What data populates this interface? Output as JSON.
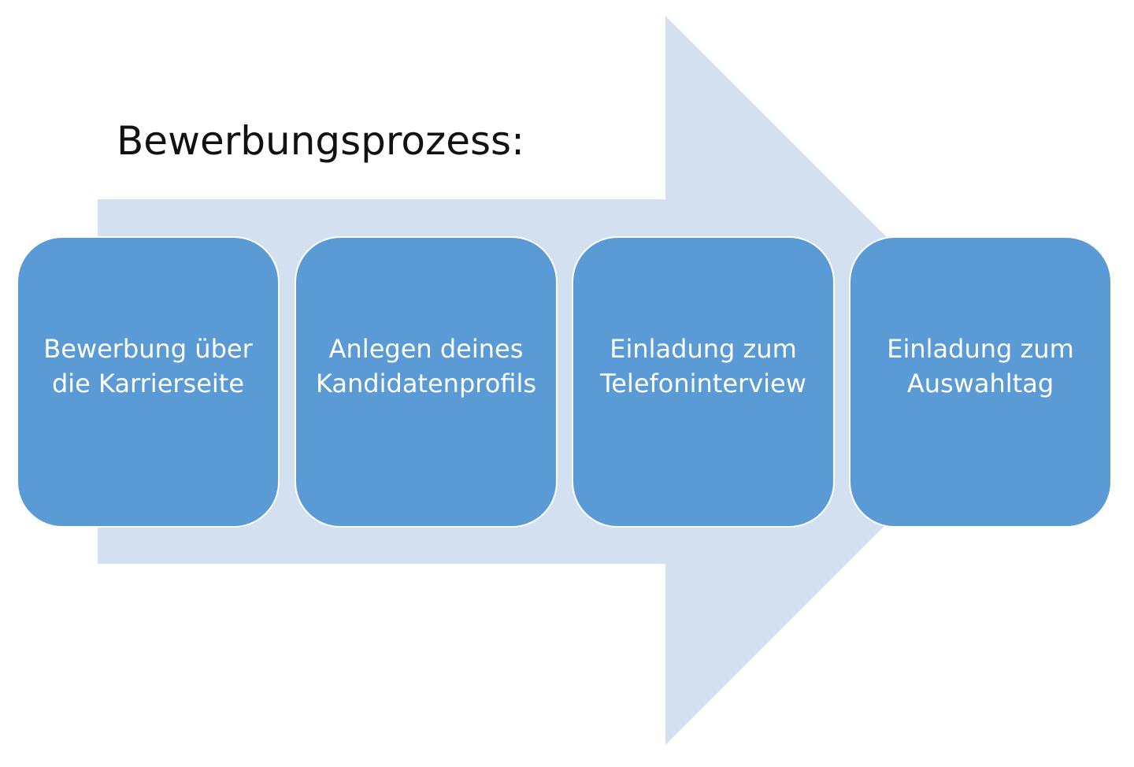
{
  "diagram": {
    "title": "Bewerbungsprozess:",
    "colors": {
      "arrow": "#d3e0f0",
      "box": "#5b9bd5",
      "box_border": "#ffffff",
      "box_text": "#ffffff",
      "title_text": "#111111"
    },
    "steps": [
      {
        "line1": "Bewerbung über",
        "line2": "die Karrierseite"
      },
      {
        "line1": "Anlegen deines",
        "line2": "Kandidatenprofils"
      },
      {
        "line1": "Einladung zum",
        "line2": "Telefoninterview"
      },
      {
        "line1": "Einladung zum",
        "line2": "Auswahltag"
      }
    ]
  }
}
